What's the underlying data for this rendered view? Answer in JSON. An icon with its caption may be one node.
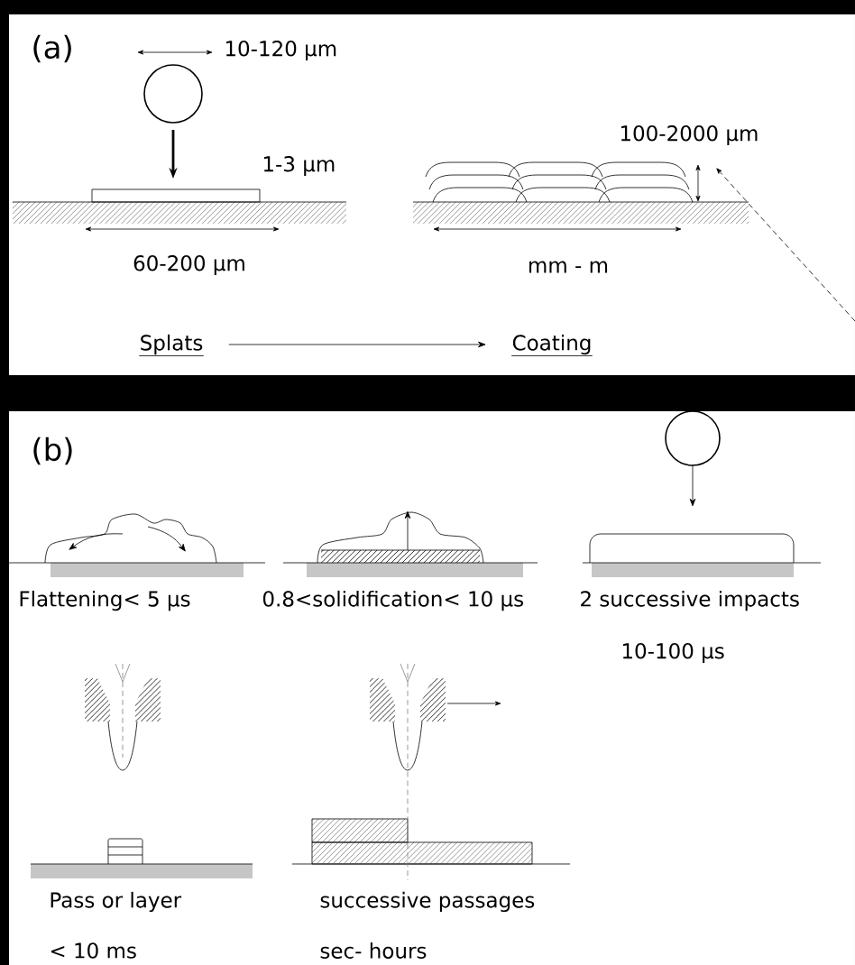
{
  "diagram": {
    "nodes": [
      {
        "text": [
          "Splats"
        ]
      },
      {
        "text": [
          "Coating"
        ]
      }
    ],
    "edges": [
      {
        "from": 0,
        "to": 1,
        "arrow": "to"
      }
    ],
    "labels": [
      "(a)",
      "10-120 µm",
      "1-3 µm",
      "100-2000 µm",
      "60-200 µm",
      "mm - m",
      "(b)",
      "Flattening< 5 µs",
      "0.8<solidification< 10 µs",
      "2 successive impacts",
      "10-100 µs",
      "Pass or layer",
      "successive passages",
      "< 10 ms",
      "sec- hours"
    ]
  }
}
